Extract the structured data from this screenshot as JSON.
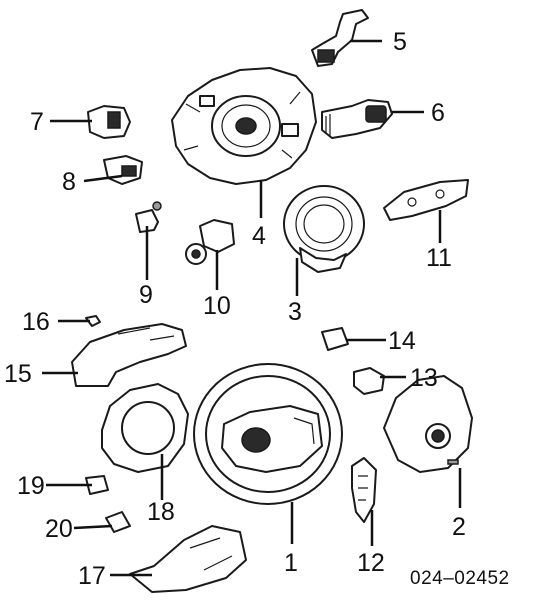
{
  "diagram": {
    "document_number": "024–02452",
    "callouts": [
      {
        "id": "c1",
        "label": "1"
      },
      {
        "id": "c2",
        "label": "2"
      },
      {
        "id": "c3",
        "label": "3"
      },
      {
        "id": "c4",
        "label": "4"
      },
      {
        "id": "c5",
        "label": "5"
      },
      {
        "id": "c6",
        "label": "6"
      },
      {
        "id": "c7",
        "label": "7"
      },
      {
        "id": "c8",
        "label": "8"
      },
      {
        "id": "c9",
        "label": "9"
      },
      {
        "id": "c10",
        "label": "10"
      },
      {
        "id": "c11",
        "label": "11"
      },
      {
        "id": "c12",
        "label": "12"
      },
      {
        "id": "c13",
        "label": "13"
      },
      {
        "id": "c14",
        "label": "14"
      },
      {
        "id": "c15",
        "label": "15"
      },
      {
        "id": "c16",
        "label": "16"
      },
      {
        "id": "c17",
        "label": "17"
      },
      {
        "id": "c18",
        "label": "18"
      },
      {
        "id": "c19",
        "label": "19"
      },
      {
        "id": "c20",
        "label": "20"
      }
    ]
  }
}
